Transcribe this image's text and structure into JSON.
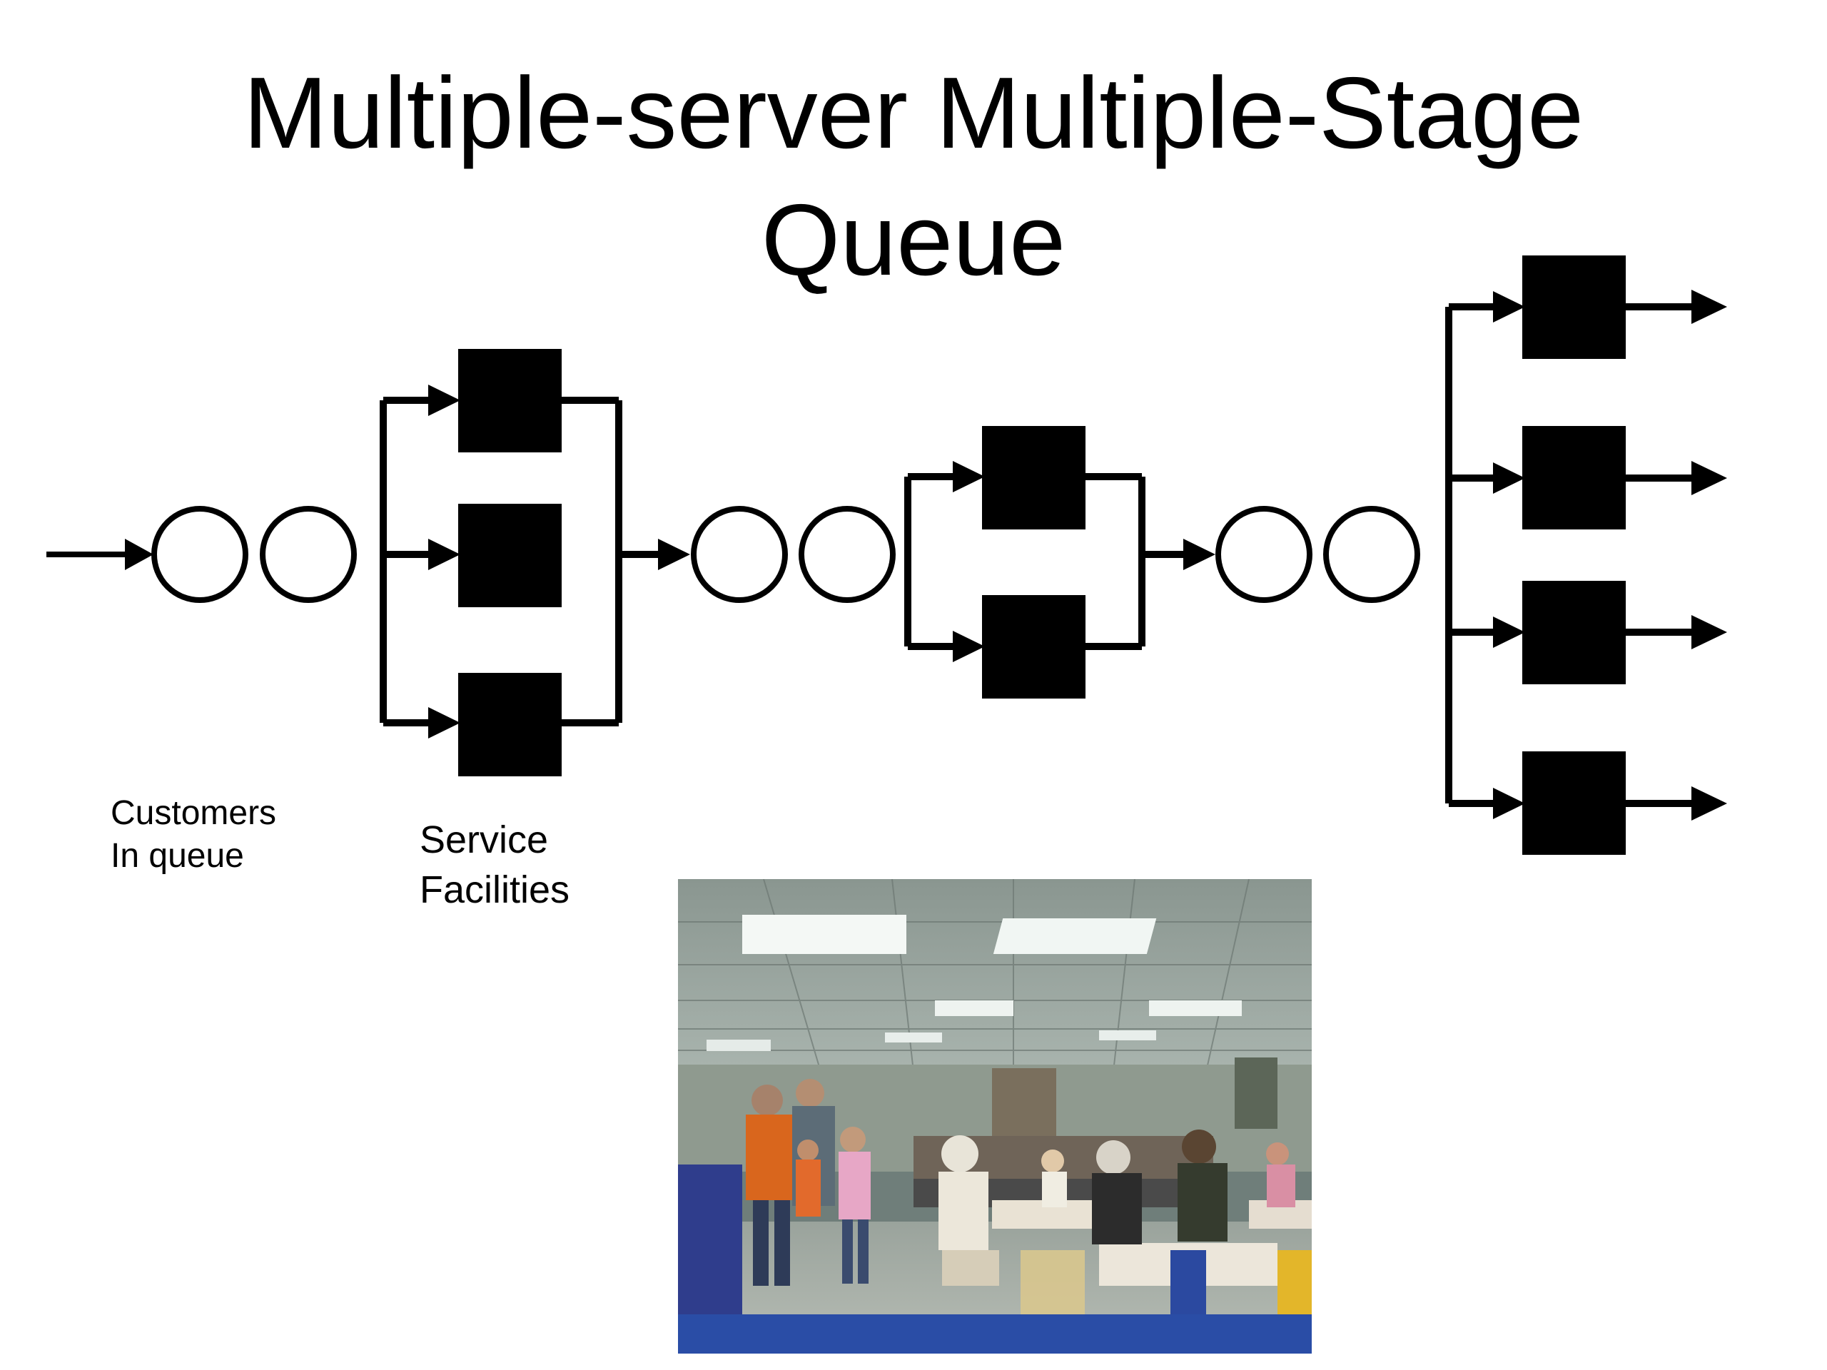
{
  "slide": {
    "title_line1": "Multiple-server Multiple-Stage",
    "title_line2": "Queue"
  },
  "labels": {
    "customers_line1": "Customers",
    "customers_line2": "In queue",
    "service_line1": "Service",
    "service_line2": "Facilities"
  },
  "diagram": {
    "stages": [
      {
        "queue_customers": 2,
        "servers": 3
      },
      {
        "queue_customers": 2,
        "servers": 2
      },
      {
        "queue_customers": 2,
        "servers": 4
      }
    ],
    "server_color": "#000000",
    "line_color": "#000000"
  },
  "photo": {
    "subject": "cafeteria-queue-photo"
  }
}
